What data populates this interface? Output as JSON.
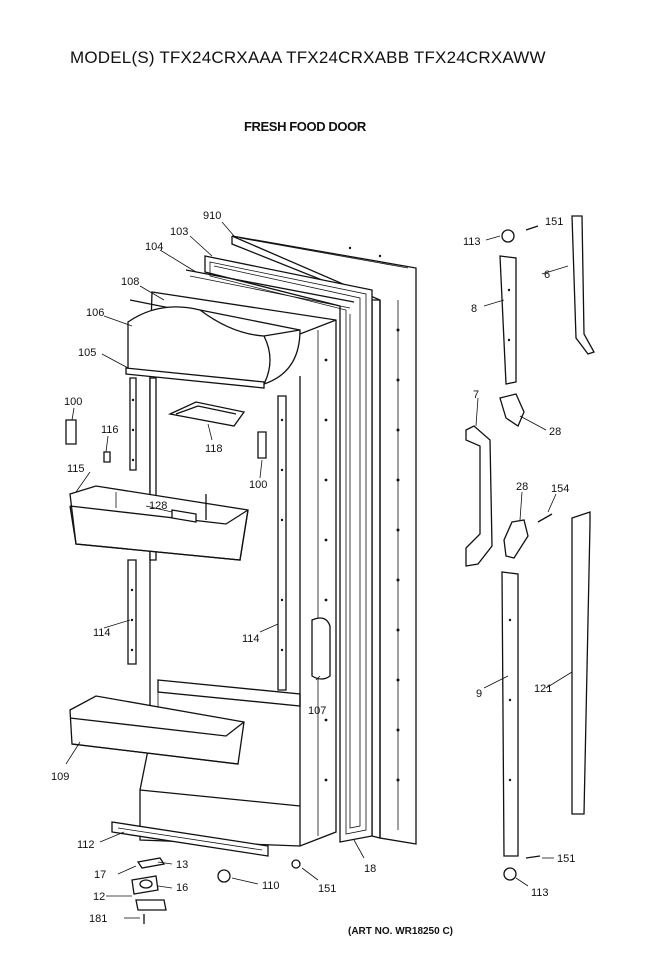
{
  "header": {
    "title": "MODEL(S) TFX24CRXAAA  TFX24CRXABB  TFX24CRXAWW",
    "subtitle": "FRESH FOOD DOOR"
  },
  "footer": {
    "art_no": "(ART NO. WR18250 C)"
  },
  "part_labels": {
    "p910": "910",
    "p103": "103",
    "p104": "104",
    "p108": "108",
    "p106": "106",
    "p105": "105",
    "p100a": "100",
    "p116": "116",
    "p118": "118",
    "p100b": "100",
    "p115": "115",
    "p128": "128",
    "p114a": "114",
    "p114b": "114",
    "p107": "107",
    "p109": "109",
    "p112": "112",
    "p17": "17",
    "p13": "13",
    "p12": "12",
    "p16": "16",
    "p181": "181",
    "p110": "110",
    "p151a": "151",
    "p18": "18",
    "p113a": "113",
    "p151b": "151",
    "p6": "6",
    "p8": "8",
    "p7": "7",
    "p28a": "28",
    "p28b": "28",
    "p154": "154",
    "p9": "9",
    "p121": "121",
    "p151c": "151",
    "p113b": "113"
  }
}
